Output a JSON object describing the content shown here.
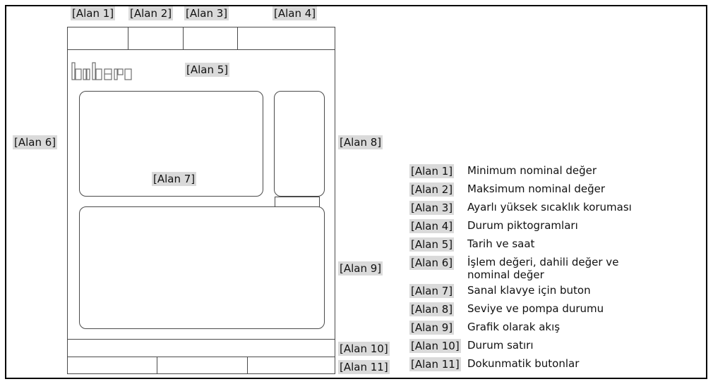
{
  "top_tags": [
    "[Alan 1]",
    "[Alan 2]",
    "[Alan 3]",
    "[Alan 4]"
  ],
  "screen_tags": {
    "alan5": "[Alan 5]",
    "alan6": "[Alan 6]",
    "alan7": "[Alan 7]",
    "alan8": "[Alan 8]",
    "alan9": "[Alan 9]",
    "alan10": "[Alan 10]",
    "alan11": "[Alan 11]"
  },
  "logo": {
    "text": "huber",
    "icon": "huber-logo"
  },
  "legend": [
    {
      "tag": "[Alan 1]",
      "text": "Minimum nominal değer"
    },
    {
      "tag": "[Alan 2]",
      "text": "Maksimum nominal değer"
    },
    {
      "tag": "[Alan 3]",
      "text": "Ayarlı yüksek sıcaklık koruması"
    },
    {
      "tag": "[Alan 4]",
      "text": "Durum piktogramları"
    },
    {
      "tag": "[Alan 5]",
      "text": "Tarih ve saat"
    },
    {
      "tag": "[Alan 6]",
      "text": "İşlem değeri, dahili değer ve nominal değer"
    },
    {
      "tag": "[Alan 7]",
      "text": "Sanal klavye için buton"
    },
    {
      "tag": "[Alan 8]",
      "text": "Seviye ve pompa durumu"
    },
    {
      "tag": "[Alan 9]",
      "text": "Grafik olarak akış"
    },
    {
      "tag": "[Alan 10]",
      "text": "Durum satırı"
    },
    {
      "tag": "[Alan 11]",
      "text": "Dokunmatik butonlar"
    }
  ]
}
